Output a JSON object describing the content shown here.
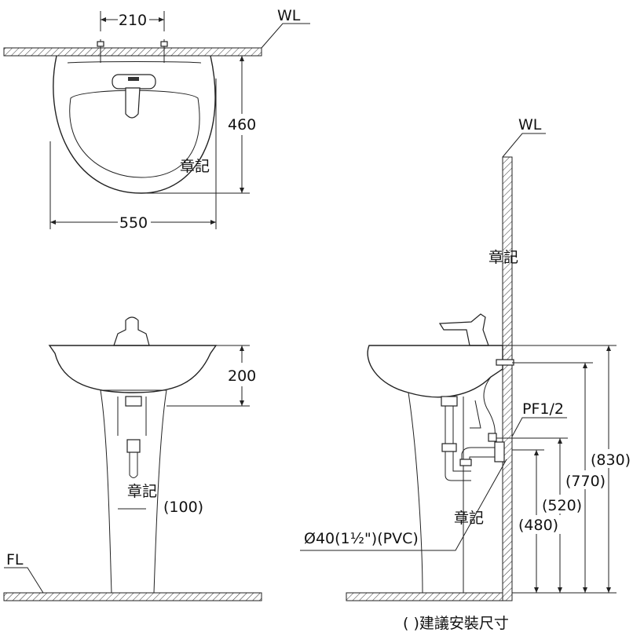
{
  "plan_view": {
    "faucet_spacing": "210",
    "wall_label": "WL",
    "depth": "460",
    "width": "550",
    "stamp": "章記"
  },
  "front_view": {
    "basin_height": "200",
    "drain_offset": "(100)",
    "floor_label": "FL",
    "stamp": "章記"
  },
  "side_view": {
    "wall_label": "WL",
    "stamp_wall": "章記",
    "supply_label": "PF1/2",
    "height_830": "(830)",
    "height_770": "(770)",
    "height_520": "(520)",
    "height_480": "(480)",
    "stamp": "章記",
    "drain_label": "Ø40(1½\")(PVC)"
  },
  "note": "( )建議安裝尺寸"
}
